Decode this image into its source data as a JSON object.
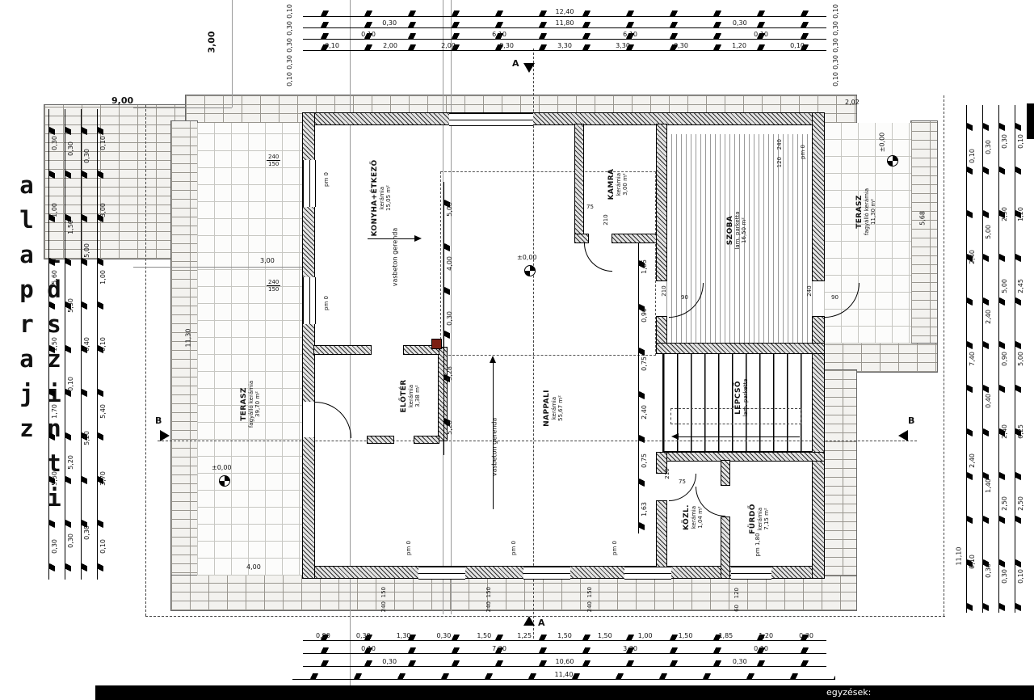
{
  "title": "Földszinti alaprajz",
  "notes_label": "egyzések:",
  "sections": {
    "a": "A",
    "b": "B"
  },
  "levels": {
    "zero": "±0,00"
  },
  "beam_label": "vasbeton gerenda",
  "rooms": {
    "terasz_left": {
      "name": "TERASZ",
      "finish": "fagyálló kerámia",
      "area": "39,70 m²"
    },
    "konyha": {
      "name": "KONYHA+ÉTKEZŐ",
      "finish": "kerámia",
      "area": "15,05 m²"
    },
    "kamra": {
      "name": "KAMRA",
      "finish": "kerámia",
      "area": "3,00 m²"
    },
    "szoba": {
      "name": "SZOBA",
      "finish": "lam. parketta",
      "area": "16,50 m²"
    },
    "terasz_right": {
      "name": "TERASZ",
      "finish": "fagyálló kerámia",
      "area": "11,30 m²"
    },
    "eloter": {
      "name": "ELŐTÉR",
      "finish": "kerámia",
      "area": "3,38 m²"
    },
    "nappali": {
      "name": "NAPPALI",
      "finish": "kerámia",
      "area": "55,67 m²"
    },
    "lepcso": {
      "name": "LÉPCSŐ",
      "finish": "lam. parketta",
      "area": ""
    },
    "kozl": {
      "name": "KÖZL.",
      "finish": "kerámia",
      "area": "1,04 m²"
    },
    "furdo": {
      "name": "FÜRDŐ",
      "finish": "kerámia",
      "area": "7,15 m²"
    }
  },
  "dims": {
    "top": [
      [
        "12,40"
      ],
      [
        "0,30",
        "11,80",
        "0,30"
      ],
      [
        "0,10",
        "6,10",
        "6,10",
        "0,10"
      ],
      [
        "0,10",
        "2,00",
        "2,00",
        "0,30",
        "3,30",
        "3,30",
        "0,30",
        "1,20",
        "0,10"
      ]
    ],
    "top_edge_left": [
      "0,10",
      "0,30",
      "0,30",
      "0,30",
      "0,10"
    ],
    "top_edge_right": [
      "0,10",
      "0,30",
      "0,30",
      "0,30",
      "0,10"
    ],
    "bottom": [
      [
        "0,90",
        "0,30",
        "1,30",
        "0,30",
        "1,50",
        "1,25",
        "1,50",
        "1,50",
        "1,00",
        "1,50",
        "1,85",
        "1,20",
        "0,30"
      ],
      [
        "0,10",
        "7,20",
        "3,30",
        "0,10"
      ],
      [
        "0,30",
        "10,60",
        "0,30"
      ],
      [
        "11,40"
      ]
    ],
    "left": [
      [
        "0,30",
        "1,00",
        "5,60",
        "1,50",
        "1,70",
        "5,50",
        "0,30"
      ],
      [
        "0,30",
        "1,50",
        "5,30",
        "0,10",
        "5,20",
        "0,30"
      ],
      [
        "0,30",
        "5,00",
        "0,40",
        "5,20",
        "0,30"
      ],
      [
        "0,10",
        "3,00",
        "1,00",
        "0,10",
        "5,40",
        "3,70",
        "0,10"
      ]
    ],
    "right": [
      [
        "0,10",
        "1,20",
        "2,45",
        "5,00",
        "6,25",
        "2,50",
        "0,10"
      ],
      [
        "0,30",
        "2,50",
        "5,00",
        "0,90",
        "2,40",
        "2,50",
        "0,30"
      ],
      [
        "0,30",
        "5,00",
        "2,40",
        "0,40",
        "1,40",
        "0,30"
      ],
      [
        "0,10",
        "2,40",
        "7,40",
        "2,40",
        "0,10"
      ]
    ],
    "interior_center": [
      "5,08",
      "4,00",
      "0,30",
      "5,28",
      "5,28"
    ],
    "interior_right": [
      "1,05",
      "0,90",
      "0,75",
      "2,40",
      "0,75",
      "1,63"
    ],
    "loose": {
      "total_width_left": "9,00",
      "top_offset": "3,00",
      "terrace_depth": "11,30",
      "right_terrace_width": "5,68",
      "right_top": "2,02",
      "bottom_left": "4,00",
      "interior_left": "3,00",
      "right_total": "11,10"
    }
  },
  "openings": {
    "win_left_top": {
      "size": [
        "240",
        "150"
      ],
      "sill": "pm 0"
    },
    "win_left_mid": {
      "size": [
        "240",
        "150"
      ],
      "sill": "pm 0"
    },
    "win_bottom_1": {
      "size": [
        "150",
        "240"
      ],
      "sill": "pm 0"
    },
    "win_bottom_2": {
      "size": [
        "150",
        "240"
      ],
      "sill": "pm 0"
    },
    "win_bottom_3": {
      "size": [
        "150",
        "240"
      ],
      "sill": "pm 0"
    },
    "win_bath": {
      "size": [
        "120",
        "60"
      ],
      "sill": "pm 1,80"
    },
    "win_top_right": {
      "size": [
        "240",
        "120"
      ],
      "sill": "pm 0"
    },
    "door_szoba_left": {
      "width": "90",
      "height": "210"
    },
    "door_szoba_right": {
      "width": "90",
      "height": "240"
    },
    "door_kamra": {
      "width": "75",
      "height": "210"
    },
    "door_kozl": {
      "width": "75",
      "height": "210"
    }
  }
}
